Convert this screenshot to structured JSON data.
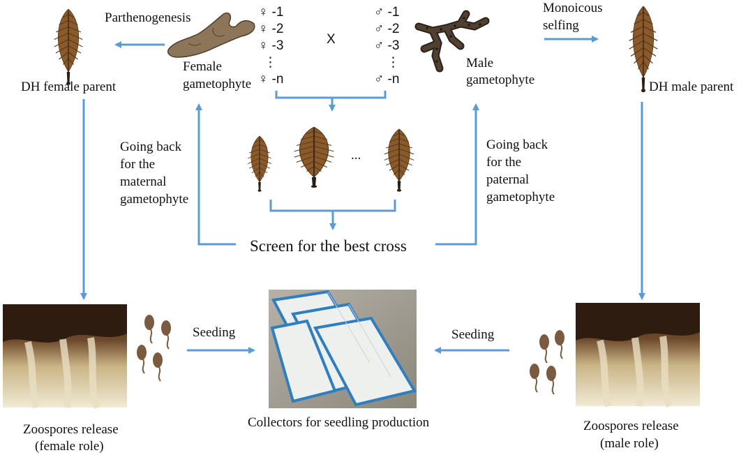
{
  "labels": {
    "parthenogenesis": "Parthenogenesis",
    "dh_female_parent": "DH female parent",
    "female_gametophyte_1": "Female",
    "female_gametophyte_2": "gametophyte",
    "cross_symbol": "X",
    "male_gametophyte_1": "Male",
    "male_gametophyte_2": "gametophyte",
    "monoicous_selfing_1": "Monoicous",
    "monoicous_selfing_2": "selfing",
    "dh_male_parent": "DH male parent",
    "going_back_maternal_1": "Going back",
    "going_back_maternal_2": "for the",
    "going_back_maternal_3": "maternal",
    "going_back_maternal_4": "gametophyte",
    "going_back_paternal_1": "Going back",
    "going_back_paternal_2": "for the",
    "going_back_paternal_3": "paternal",
    "going_back_paternal_4": "gametophyte",
    "ellipsis": "...",
    "screen_best_cross": "Screen for the best cross",
    "seeding_left": "Seeding",
    "seeding_right": "Seeding",
    "collectors": "Collectors for seedling production",
    "zoospores_female_1": "Zoospores release",
    "zoospores_female_2": "(female role)",
    "zoospores_male_1": "Zoospores release",
    "zoospores_male_2": "(male role)"
  },
  "female_list": [
    "♀ -1",
    "♀ -2",
    "♀ -3",
    "⋮",
    "♀ -n"
  ],
  "male_list": [
    "♂ -1",
    "♂ -2",
    "♂ -3",
    "⋮",
    "♂ -n"
  ],
  "colors": {
    "arrow": "#5b9bd5",
    "kelp": "#8b5a2b",
    "kelp_dark": "#3b2a1a",
    "gametophyte": "#8c7558",
    "zoospore": "#7a5b40",
    "collector_blue": "#2f7fc0"
  }
}
